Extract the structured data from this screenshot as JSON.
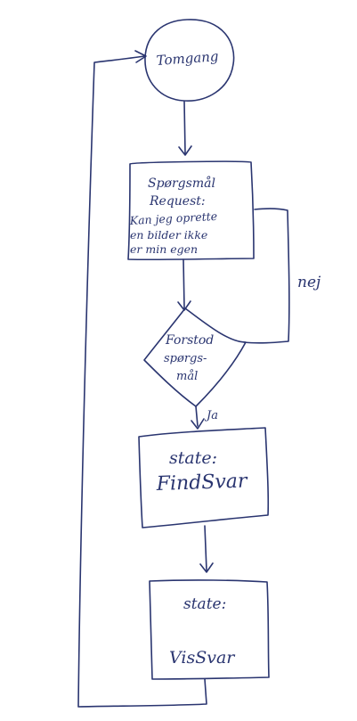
{
  "diagram": {
    "nodes": {
      "idle": {
        "label": "Tomgang"
      },
      "question": {
        "lines": [
          "Spørgsmål",
          "Request:",
          "Kan jeg oprette",
          "en bilder ikke",
          "er min egen"
        ]
      },
      "decision": {
        "lines": [
          "Forstod",
          "spørgs-",
          "mål"
        ]
      },
      "find_answer": {
        "line1": "state:",
        "line2": "FindSvar"
      },
      "show_answer": {
        "line1": "state:",
        "line2": "VisSvar"
      }
    },
    "edges": {
      "no_label": "nej",
      "yes_label": "Ja"
    },
    "colors": {
      "ink": "#2a3570",
      "paper": "#ffffff"
    }
  }
}
